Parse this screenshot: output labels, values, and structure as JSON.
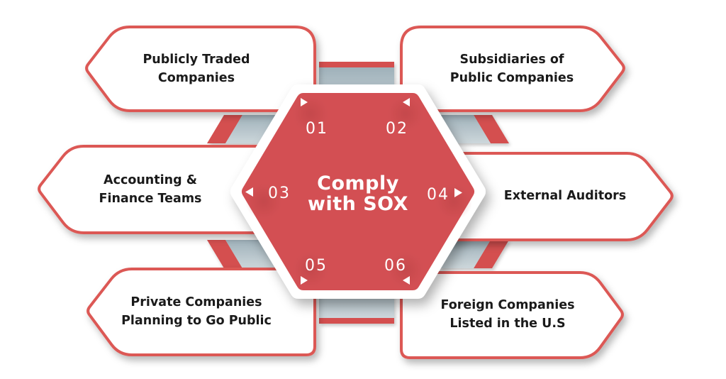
{
  "diagram": {
    "title": "Comply with SOX",
    "center": {
      "line1": "Comply",
      "line2": "with SOX"
    },
    "items": [
      {
        "number": "01",
        "lines": [
          "Publicly Traded",
          "Companies"
        ]
      },
      {
        "number": "02",
        "lines": [
          "Subsidiaries of",
          "Public Companies"
        ]
      },
      {
        "number": "03",
        "lines": [
          "Accounting &",
          "Finance Teams"
        ]
      },
      {
        "number": "04",
        "lines": [
          "External Auditors",
          ""
        ]
      },
      {
        "number": "05",
        "lines": [
          "Private Companies",
          "Planning to Go Public"
        ]
      },
      {
        "number": "06",
        "lines": [
          "Foreign Companies",
          "Listed in the U.S"
        ]
      }
    ],
    "colors": {
      "red": "#d4504f",
      "hexagon_fill": "#d35053",
      "border_red": "#dc5955",
      "band_gray_dark": "#9fb1ba",
      "band_gray_light": "#cdd7db",
      "text_dark": "#1a1a1a",
      "white": "#ffffff"
    }
  }
}
